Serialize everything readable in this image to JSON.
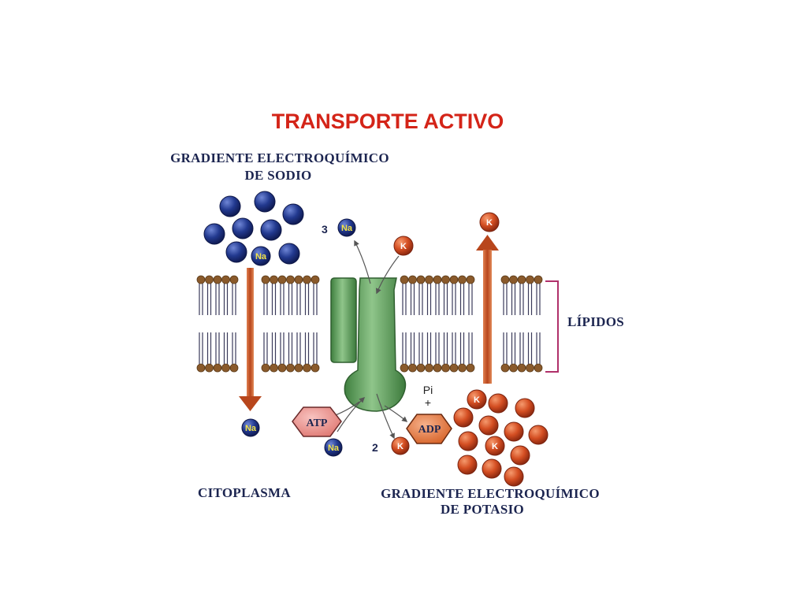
{
  "title": "TRANSPORTE ACTIVO",
  "labels": {
    "sodium_gradient_line1": "GRADIENTE ELECTROQUÍMICO",
    "sodium_gradient_line2": "DE SODIO",
    "lipids": "LÍPIDOS",
    "cytoplasm": "CITOPLASMA",
    "potassium_gradient_line1": "GRADIENTE ELECTROQUÍMICO",
    "potassium_gradient_line2": "DE POTASIO"
  },
  "ions": {
    "sodium": "Na",
    "potassium": "K"
  },
  "counts": {
    "sodium_out": "3",
    "potassium_in": "2"
  },
  "molecules": {
    "atp": "ATP",
    "adp": "ADP",
    "pi": "Pi",
    "plus": "+"
  },
  "colors": {
    "title": "#d42418",
    "label_text": "#1c2550",
    "sodium": "#1f3a8c",
    "potassium": "#d4501e",
    "protein": "#6aa86a",
    "arrow": "#c0562a",
    "lipid_head": "#8a5a2b",
    "lipid_tail": "#3a3a5a",
    "bracket": "#b0306a"
  }
}
